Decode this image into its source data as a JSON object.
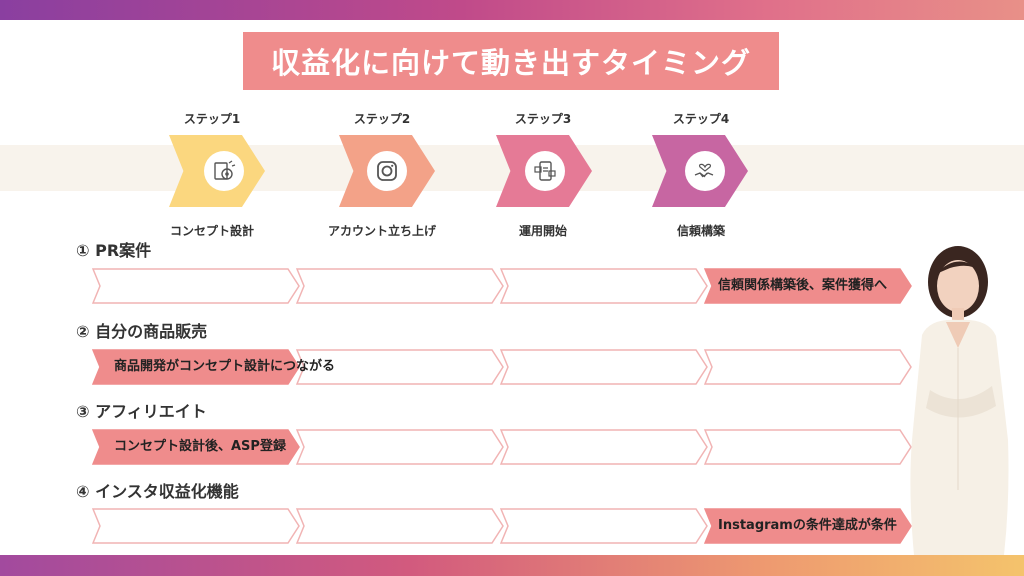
{
  "title": "収益化に向けて動き出すタイミング",
  "colors": {
    "title_bg": "#ef8c8c",
    "step1": "#fbd77f",
    "step2": "#f3a288",
    "step3": "#e57a96",
    "step4": "#c766a2",
    "arrow_fill": "#ef8c8c",
    "arrow_outline": "#f1b4b4"
  },
  "steps": [
    {
      "label": "ステップ1",
      "sub": "コンセプト設計",
      "icon": "concept-design-icon"
    },
    {
      "label": "ステップ2",
      "sub": "アカウント立ち上げ",
      "icon": "instagram-icon"
    },
    {
      "label": "ステップ3",
      "sub": "運用開始",
      "icon": "smartphone-operation-icon"
    },
    {
      "label": "ステップ4",
      "sub": "信頼構築",
      "icon": "handshake-heart-icon"
    }
  ],
  "sections": [
    {
      "title": "① PR案件",
      "highlight": "信頼関係構築後、案件獲得へ"
    },
    {
      "title": "② 自分の商品販売",
      "highlight": "商品開発がコンセプト設計につながる"
    },
    {
      "title": "③ アフィリエイト",
      "highlight": "コンセプト設計後、ASP登録"
    },
    {
      "title": "④ インスタ収益化機能",
      "highlight": "Instagramの条件達成が条件"
    }
  ]
}
